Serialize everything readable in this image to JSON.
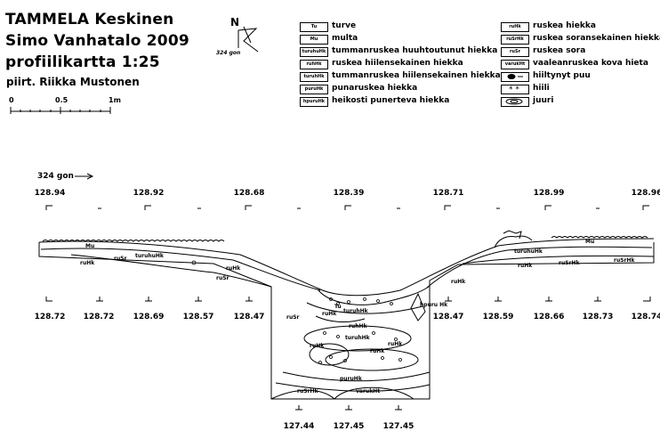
{
  "header": {
    "line1": "TAMMELA Keskinen",
    "line2": "Simo Vanhatalo 2009",
    "line3": "profiilikartta 1:25",
    "drawer": "piirt. Riikka Mustonen"
  },
  "scale": {
    "start": "0",
    "mid": "0.5",
    "end": "1m"
  },
  "north": {
    "label": "N",
    "bearing": "324 gon"
  },
  "legend": [
    {
      "code": "Tu",
      "label": "turve"
    },
    {
      "code": "Mu",
      "label": "multa"
    },
    {
      "code": "turuhuHk",
      "label": "tummanruskea huuhtoutunut hiekka"
    },
    {
      "code": "ruhHk",
      "label": "ruskea hiilensekainen hiekka"
    },
    {
      "code": "turuhHk",
      "label": "tummanruskea hiilensekainen hiekka"
    },
    {
      "code": "puruHk",
      "label": "punaruskea hiekka"
    },
    {
      "code": "hpuruHk",
      "label": "heikosti punerteva hiekka"
    },
    {
      "code": "ruHk",
      "label": "ruskea hiekka"
    },
    {
      "code": "ruSrHk",
      "label": "ruskea soransekainen hiekka"
    },
    {
      "code": "ruSr",
      "label": "ruskea sora"
    },
    {
      "code": "varukHt",
      "label": "vaaleanruskea kova hieta"
    },
    {
      "code": "",
      "label": "hiiltynyt puu"
    },
    {
      "code": "",
      "label": "hiili"
    },
    {
      "code": "",
      "label": "juuri"
    }
  ],
  "direction": "324 gon",
  "elevations_top": [
    "128.94",
    "128.92",
    "128.68",
    "128.39",
    "128.71",
    "128.99",
    "128.96"
  ],
  "elevations_bottom": [
    "128.72",
    "128.72",
    "128.69",
    "128.57",
    "128.47",
    "128.47",
    "128.59",
    "128.66",
    "128.73",
    "128.74"
  ],
  "elevations_pit": [
    "127.44",
    "127.45",
    "127.45"
  ],
  "soil_labels": {
    "mu_left": "Mu",
    "ruhk_left": "ruHk",
    "rusr_top": "ruSr",
    "turuhuhk": "turuhuHk",
    "ruhk_mid": "ruHk",
    "rusr_mid": "ruSr",
    "rusr_pit": "ruSr",
    "ruhk_right": "ruHk",
    "turuhuhk_right": "turuhuHk",
    "mu_right": "Mu",
    "ruhk_right2": "ruHk",
    "rusrhk_right": "ruSrHk",
    "rusrhk_far": "ruSrHk",
    "pit_ruhk1": "ruHk",
    "pit_turuhhk1": "turuhHk",
    "pit_hpuru": "hpuru Hk",
    "pit_ruhhk": "ruhHk",
    "pit_turuhhk2": "turuhHk",
    "pit_ruhk2": "ruHk",
    "pit_ruhk3": "ruHk",
    "pit_ruhk4": "ruHk",
    "pit_puruhk": "puruHk",
    "pit_rusrhk": "ruSrHk",
    "pit_varukht": "varukHt",
    "pit_tu": "Tu"
  }
}
